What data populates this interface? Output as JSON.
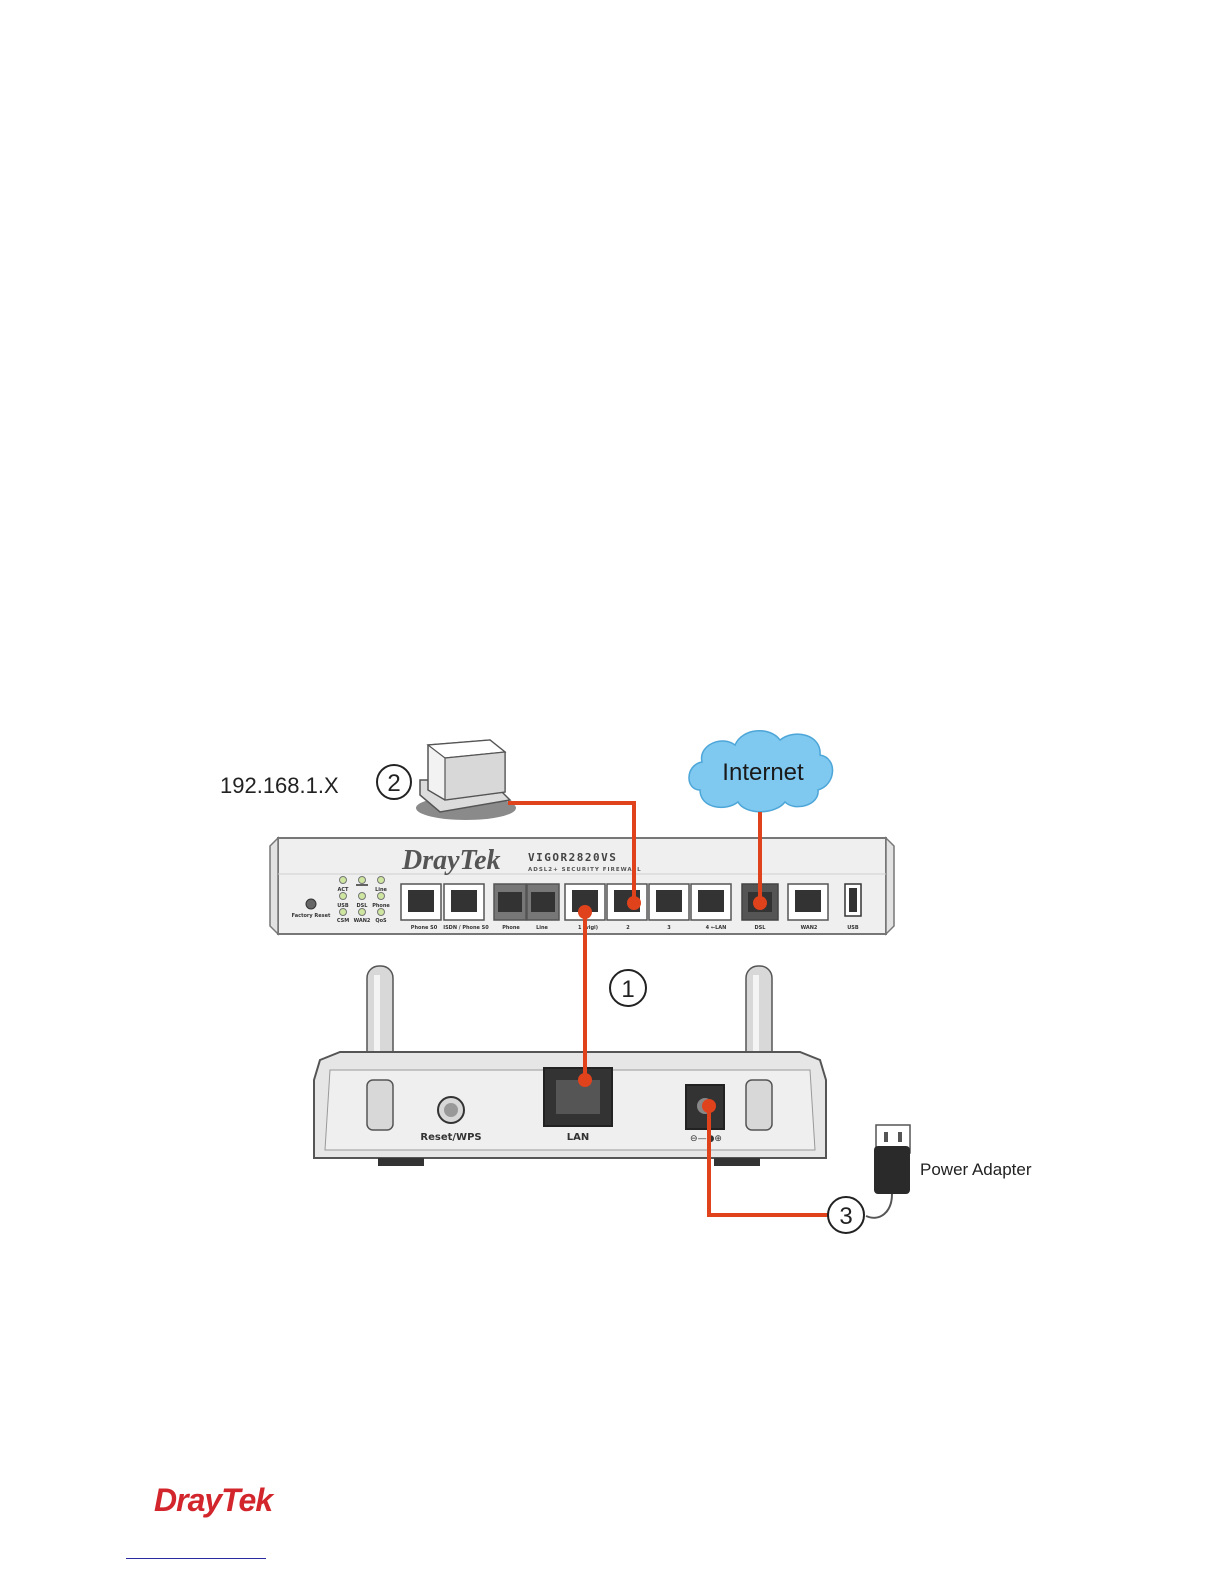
{
  "labels": {
    "pc_ip": "192.168.1.X",
    "internet": "Internet",
    "power_adapter": "Power Adapter",
    "callout_1": "1",
    "callout_2": "2",
    "callout_3": "3"
  },
  "vigor": {
    "brand": "DrayTek",
    "model": "VIGOR2820VS",
    "subtitle": "ADSL2+ SECURITY FIREWALL",
    "factory_reset": "Factory Reset",
    "leds": [
      "ACT",
      "USB",
      "CSM",
      "DSL",
      "WAN2",
      "Line",
      "Phone",
      "QoS"
    ],
    "ports": {
      "phone_s0": "Phone S0",
      "isdn": "ISDN / Phone S0",
      "phone": "Phone",
      "line": "Line",
      "lan1": "1 (vigi)",
      "lan2": "2",
      "lan3": "3",
      "lan4": "4 ←LAN",
      "dsl": "DSL",
      "wan2": "WAN2",
      "usb": "USB"
    }
  },
  "ap": {
    "reset_wps": "Reset/WPS",
    "lan": "LAN",
    "power_symbol": "⊖—●⊕"
  },
  "footer": {
    "logo_dray": "Dray",
    "logo_tek": "Tek"
  },
  "colors": {
    "cable": "#e0421c",
    "cloud": "#7fc8f0",
    "logo_red": "#d2262c"
  }
}
